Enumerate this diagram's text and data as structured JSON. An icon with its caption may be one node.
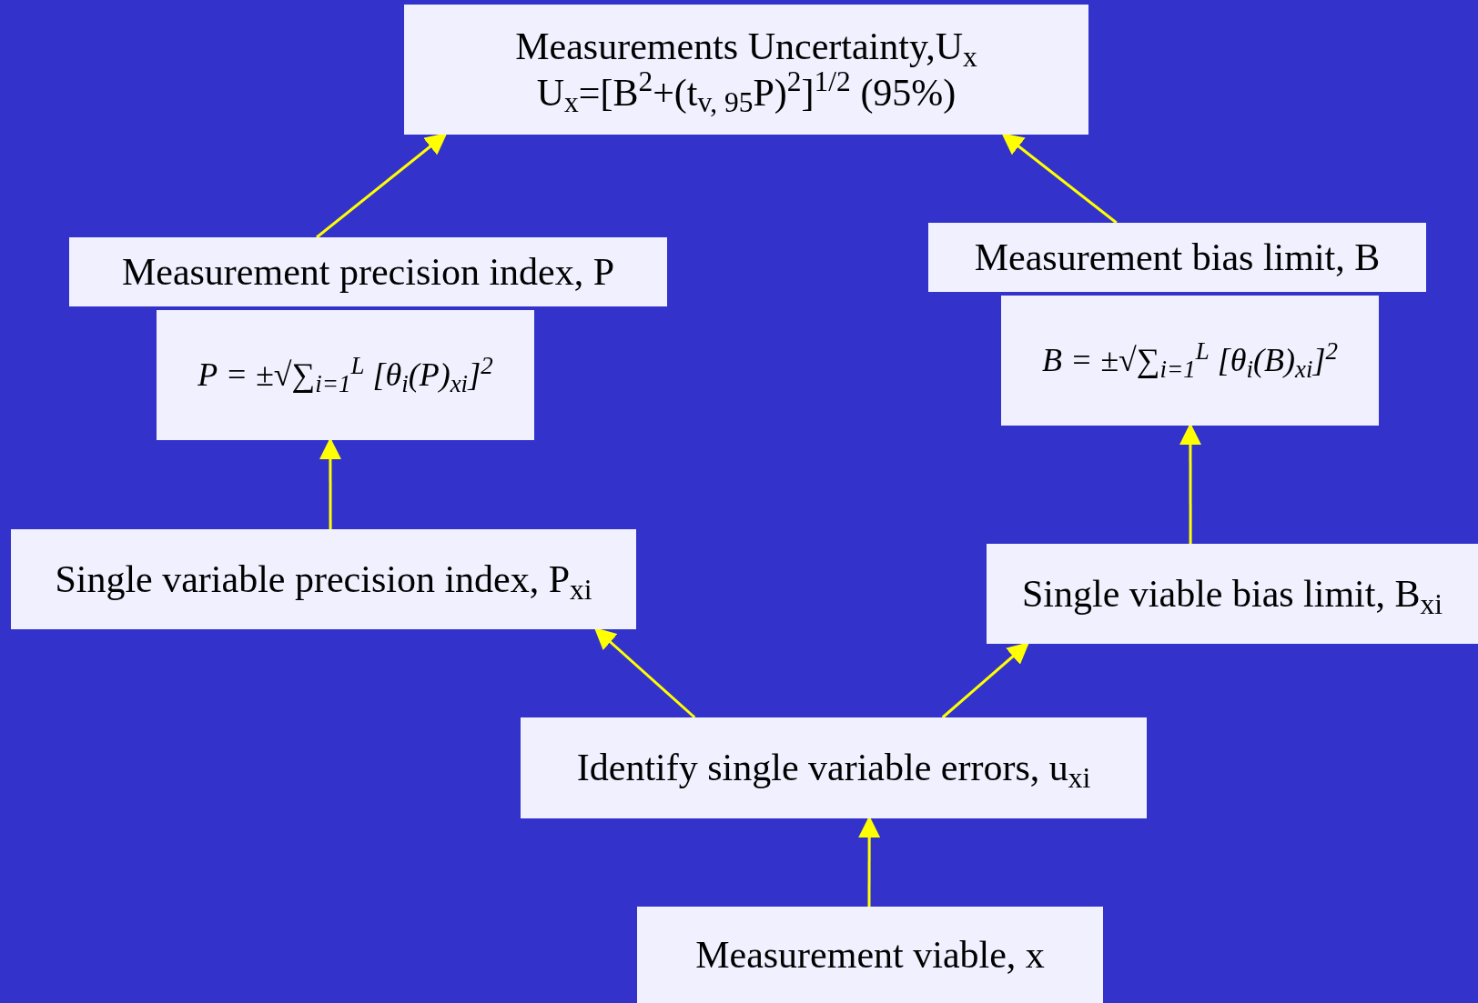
{
  "diagram": {
    "nodes": [
      {
        "text": [
          "Measurements Uncertainty,U$_{x}$",
          "U$_{x}$=[B$^{2}$+(t$_{v, 95}$P)$^{2}$]$^{1/2}$  (95%)"
        ]
      },
      {
        "text": [
          "Measurement precision index, P"
        ]
      },
      {
        "text": [
          "P = ±√∑$_{i=1}$$^{L}$ [θ$_{i}$(P)$_{xi}$]$^{2}$"
        ]
      },
      {
        "text": [
          "Single variable precision index, P$_{xi}$"
        ]
      },
      {
        "text": [
          "Measurement bias limit, B"
        ]
      },
      {
        "text": [
          "B = ±√∑$_{i=1}$$^{L}$ [θ$_{i}$(B)$_{xi}$]$^{2}$"
        ]
      },
      {
        "text": [
          "Single viable bias limit, B$_{xi}$"
        ]
      },
      {
        "text": [
          "Identify single variable errors, u$_{xi}$"
        ]
      },
      {
        "text": [
          "Measurement viable, x"
        ]
      }
    ],
    "edges": [
      {
        "from": 8,
        "to": 7,
        "arrow": "to"
      },
      {
        "from": 7,
        "to": 3,
        "arrow": "to"
      },
      {
        "from": 7,
        "to": 6,
        "arrow": "to"
      },
      {
        "from": 3,
        "to": 2,
        "arrow": "to"
      },
      {
        "from": 6,
        "to": 5,
        "arrow": "to"
      },
      {
        "from": 1,
        "to": 0,
        "arrow": "to"
      },
      {
        "from": 4,
        "to": 0,
        "arrow": "to"
      }
    ]
  }
}
